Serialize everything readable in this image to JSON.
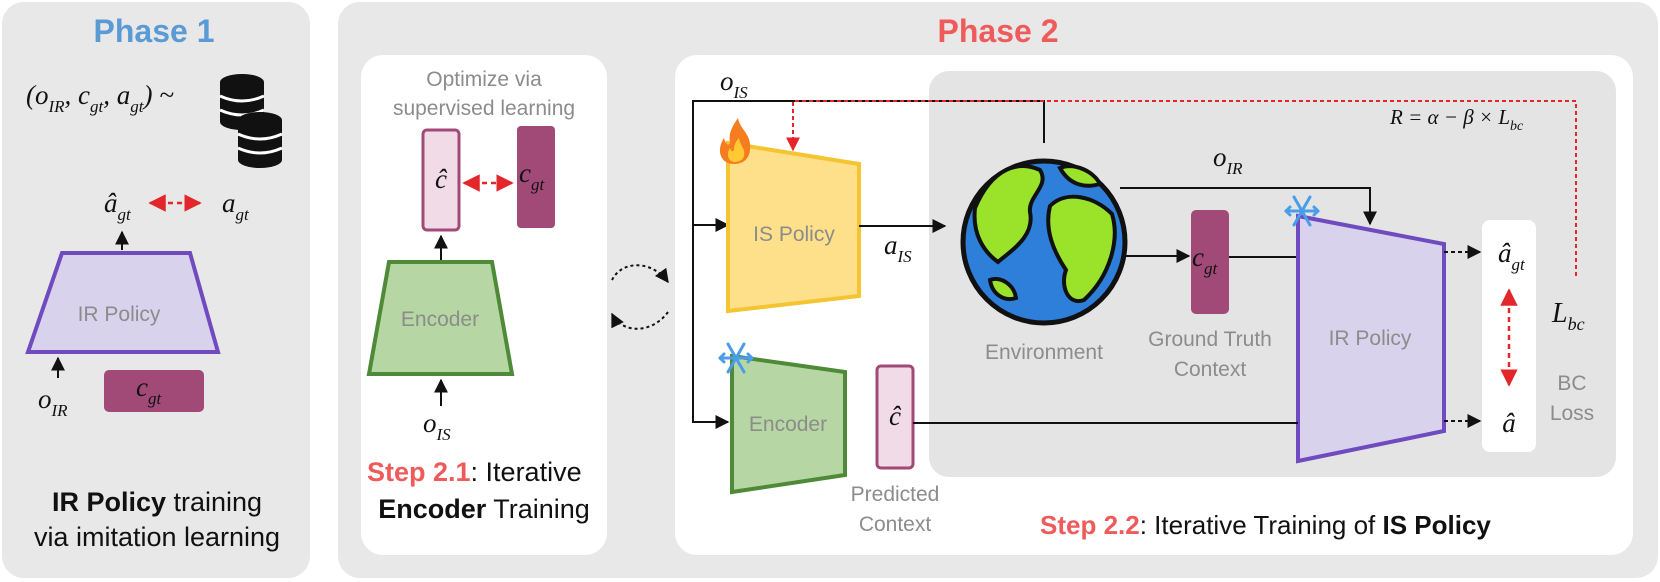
{
  "phase1": {
    "title": "Phase 1",
    "dataset": {
      "formula": "(o",
      "s1": "IR",
      "c": ", c",
      "s2": "gt",
      "a": ", a",
      "s3": "gt",
      "tilde": ") ~"
    },
    "a_hat_gt": {
      "base": "â",
      "sub": "gt"
    },
    "a_gt": {
      "base": "a",
      "sub": "gt"
    },
    "policy_label": "IR Policy",
    "o_ir": {
      "base": "o",
      "sub": "IR"
    },
    "c_gt": {
      "base": "c",
      "sub": "gt"
    },
    "caption_bold": "IR Policy",
    "caption_rest": " training",
    "caption_line2": "via imitation learning"
  },
  "phase2": {
    "title": "Phase 2",
    "step21": {
      "optimize_line1": "Optimize via",
      "optimize_line2": "supervised learning",
      "c_hat": "ĉ",
      "c_gt": {
        "base": "c",
        "sub": "gt"
      },
      "encoder_label": "Encoder",
      "o_is": {
        "base": "o",
        "sub": "IS"
      },
      "step_num": "Step 2.1",
      "step_rest": ": Iterative",
      "step_bold": "Encoder",
      "step_end": " Training"
    },
    "step22": {
      "o_is": {
        "base": "o",
        "sub": "IS"
      },
      "reward_formula": "R = α − β × L",
      "reward_sub": "bc",
      "is_policy_label": "IS Policy",
      "a_is": {
        "base": "a",
        "sub": "IS"
      },
      "o_ir": {
        "base": "o",
        "sub": "IR"
      },
      "environment_label": "Environment",
      "c_gt": {
        "base": "c",
        "sub": "gt"
      },
      "gt_context_line1": "Ground Truth",
      "gt_context_line2": "Context",
      "ir_policy_label": "IR Policy",
      "a_hat_gt": {
        "base": "â",
        "sub": "gt"
      },
      "a_hat": "â",
      "l_bc": {
        "base": "L",
        "sub": "bc"
      },
      "bc_loss_line1": "BC",
      "bc_loss_line2": "Loss",
      "encoder_label": "Encoder",
      "c_hat": "ĉ",
      "pred_context_line1": "Predicted",
      "pred_context_line2": "Context",
      "step_num": "Step 2.2",
      "step_rest": ": Iterative Training of ",
      "step_bold": "IS Policy"
    }
  },
  "icons": {
    "database": "database-icon",
    "fire": "fire-icon",
    "snowflake": "snowflake-icon",
    "earth": "earth-globe-icon"
  },
  "colors": {
    "phase1_title": "#5b9bd5",
    "phase2_title": "#ef5b5b",
    "ir_policy_fill": "#d9d2ec",
    "ir_policy_stroke": "#6f4bbf",
    "encoder_fill": "#b6d7a3",
    "encoder_stroke": "#4e8a37",
    "is_policy_fill": "#ffe08a",
    "is_policy_stroke": "#f4c431",
    "c_gt_fill": "#a14a78",
    "c_hat_fill": "#f0dbe6",
    "arrow_red": "#e3262a"
  }
}
